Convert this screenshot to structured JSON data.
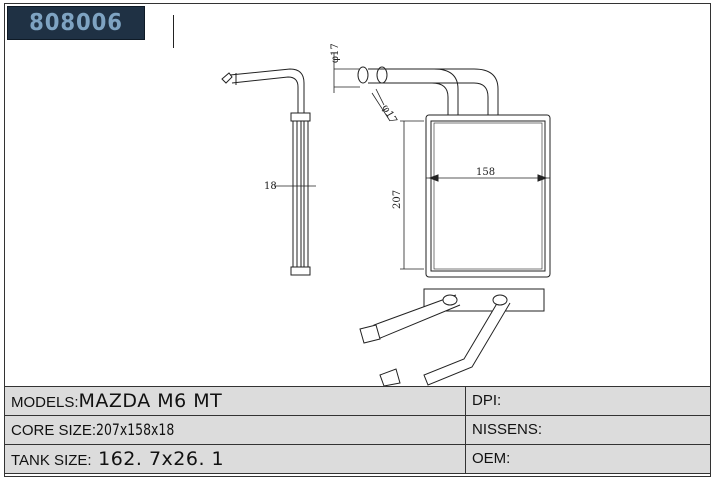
{
  "header": {
    "part_number": "808006"
  },
  "drawing": {
    "dimensions": {
      "thickness": "18",
      "width": "158",
      "height": "207",
      "pipe_diameter_top": "φ17",
      "pipe_diameter_angled": "φ17"
    }
  },
  "specs": {
    "models_label": "MODELS:",
    "models_value": "MAZDA M6 MT",
    "core_label": "CORE SIZE:",
    "core_value": "207x158x18",
    "tank_label": "TANK SIZE:",
    "tank_value": " 162. 7x26. 1",
    "dpi_label": "DPI:",
    "dpi_value": "",
    "nissens_label": "NISSENS:",
    "nissens_value": "",
    "oem_label": "OEM:",
    "oem_value": ""
  }
}
